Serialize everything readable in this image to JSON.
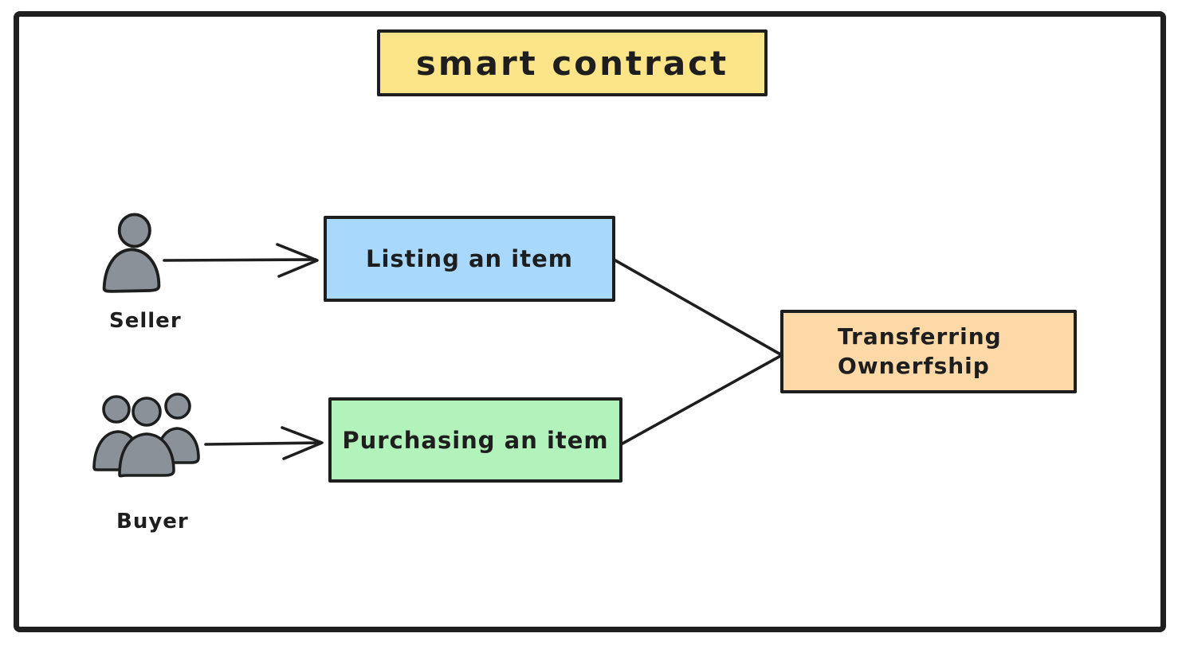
{
  "diagram": {
    "title": "smart contract",
    "actors": {
      "seller": {
        "label": "Seller",
        "icon": "single-person-icon"
      },
      "buyer": {
        "label": "Buyer",
        "icon": "people-group-icon"
      }
    },
    "nodes": {
      "listing": {
        "label": "Listing an item"
      },
      "purchasing": {
        "label": "Purchasing an item"
      },
      "transferring": {
        "label": "Transferring\nOwnerfship"
      }
    },
    "edges": [
      {
        "from": "Seller",
        "to": "Listing an item",
        "type": "arrow"
      },
      {
        "from": "Buyer",
        "to": "Purchasing an item",
        "type": "arrow"
      },
      {
        "from": "Listing an item",
        "to": "Transferring Ownerfship",
        "type": "line"
      },
      {
        "from": "Purchasing an item",
        "to": "Transferring Ownerfship",
        "type": "line"
      }
    ],
    "colors": {
      "ink": "#1e1e1e",
      "frame": "#1f1f1f",
      "canvas": "#ffffff",
      "title_fill": "#FBE588",
      "listing_fill": "#A8D8FB",
      "purchasing_fill": "#B2F2BB",
      "transferring_fill": "#FDD9A8",
      "actor_fill": "#8A9199"
    }
  }
}
